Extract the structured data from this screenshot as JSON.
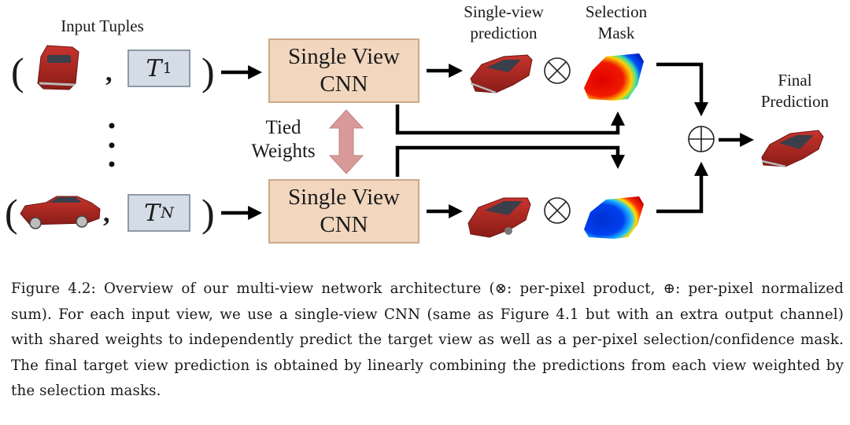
{
  "figure": {
    "input_label": "Input Tuples",
    "rows": [
      {
        "id": "first",
        "pose_subscript": "1",
        "pose_symbol": "T",
        "subscript_italic": false
      },
      {
        "id": "last",
        "pose_subscript": "N",
        "pose_symbol": "T",
        "subscript_italic": true
      }
    ],
    "paren_open": "(",
    "paren_close": ")",
    "comma": ",",
    "cnn_line1": "Single View",
    "cnn_line2": "CNN",
    "tied_line1": "Tied",
    "tied_line2": "Weights",
    "prediction_header_line1": "Single-view",
    "prediction_header_line2": "prediction",
    "mask_header_line1": "Selection",
    "mask_header_line2": "Mask",
    "final_line1": "Final",
    "final_line2": "Prediction",
    "product_symbol": "⊗",
    "sum_symbol": "⊕",
    "colors": {
      "car_red": "#a8231f",
      "cnn_fill": "#f2d6be",
      "pose_fill": "#d4dde7",
      "tied_arrow": "#d89a98",
      "arrow": "#000000"
    }
  },
  "caption": {
    "text": "Figure 4.2: Overview of our multi-view network architecture (⊗: per-pixel product, ⊕: per-pixel normalized sum). For each input view, we use a single-view CNN (same as Figure 4.1 but with an extra output channel) with shared weights to independently predict the target view as well as a per-pixel selection/confidence mask. The final target view prediction is obtained by linearly combining the predictions from each view weighted by the selection masks."
  }
}
